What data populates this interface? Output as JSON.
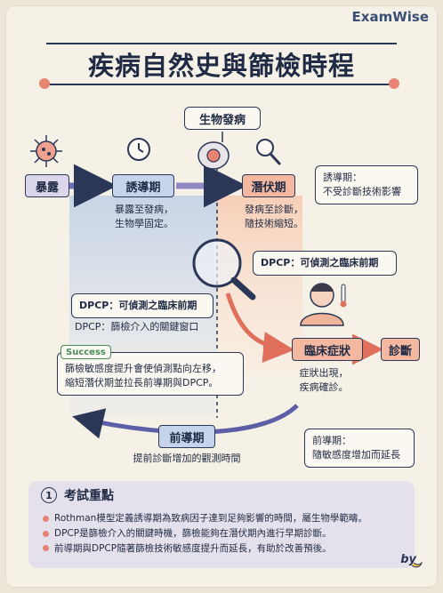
{
  "brand": "ExamWise",
  "title": "疾病自然史與篩檢時程",
  "bio_onset": "生物發病",
  "stages": {
    "exposure": "暴露",
    "induction": "誘導期",
    "latent": "潛伏期",
    "clinical": "臨床症狀",
    "diagnosis": "診斷",
    "lead_time": "前導期"
  },
  "descriptions": {
    "induction_desc": [
      "暴露至發病，",
      "生物學固定。"
    ],
    "latent_desc": [
      "發病至診斷，",
      "隨技術縮短。"
    ],
    "clinical_desc": [
      "症狀出現，",
      "疾病確診。"
    ],
    "lead_time_desc": "提前診斷增加的觀測時間"
  },
  "notes": {
    "induction_note": [
      "誘導期：",
      "不受診斷技術影響"
    ],
    "dpcp_right": "DPCP：可偵測之臨床前期",
    "dpcp_left": "DPCP：可偵測之臨床前期",
    "dpcp_window": "DPCP：篩檢介入的關鍵窗口",
    "success_tag": "Success",
    "success_text": [
      "篩檢敏感度提升會使偵測點向左移，",
      "縮短潛伏期並拉長前導期與DPCP。"
    ],
    "lead_note": [
      "前導期：",
      "隨敏感度增加而延長"
    ]
  },
  "exam": {
    "number": "1",
    "title": "考試重點",
    "points": [
      "Rothman模型定義誘導期為致病因子達到足夠影響的時間，屬生物學範疇。",
      "DPCP是篩檢介入的關鍵時機，篩檢能夠在潛伏期內進行早期診斷。",
      "前導期與DPCP隨著篩檢技術敏感度提升而延長，有助於改善預後。"
    ]
  },
  "signature": "by",
  "colors": {
    "navy": "#2b3756",
    "blue_zone": "#c9d6e8",
    "orange_zone": "#f6d6c3",
    "coral": "#e98472",
    "success_green": "#4a8c5a"
  },
  "icons": [
    "virus-icon",
    "clock-icon",
    "cell-icon",
    "magnifier-icon",
    "magnifying-glass-icon",
    "sick-person-icon",
    "banana-icon"
  ]
}
